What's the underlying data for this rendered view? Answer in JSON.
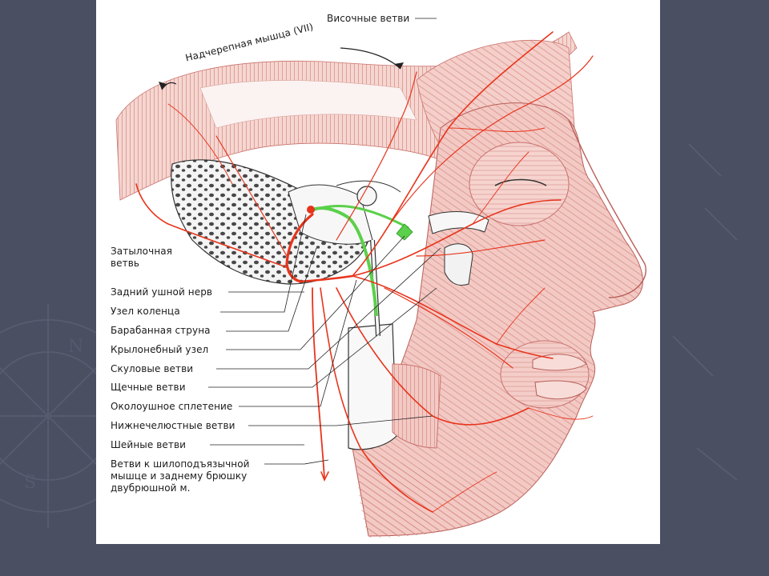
{
  "labels": {
    "temporal_branches": "Височные ветви",
    "epicranius": "Надчерепная мышца (VII)",
    "occipital_branch": "Затылочная\nветвь",
    "posterior_auricular": "Задний ушной нерв",
    "geniculate_ganglion": "Узел коленца",
    "chorda_tympani": "Барабанная струна",
    "pterygopalatine_ganglion": "Крылонебный узел",
    "zygomatic_branches": "Скуловые ветви",
    "buccal_branches": "Щечные ветви",
    "parotid_plexus": "Околоушное сплетение",
    "mandibular_branches": "Нижнечелюстные ветви",
    "cervical_branches": "Шейные ветви",
    "stylohyoid_digastric": "Ветви к шилоподъязычной мышце и заднему брюшку двубрюшной м."
  },
  "colors": {
    "background": "#4a4f62",
    "panel": "#ffffff",
    "muscle": "#f3c9c4",
    "muscle_line": "#c9706a",
    "nerve": "#e8341c",
    "nerve_green": "#5bd04a",
    "bone": "#f4f4f4"
  }
}
